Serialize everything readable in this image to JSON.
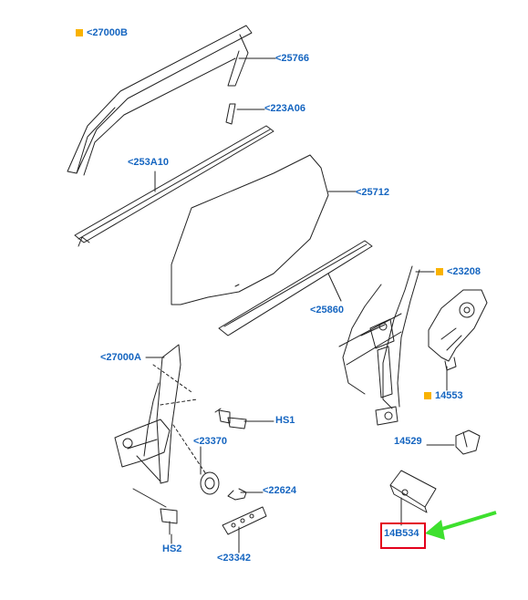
{
  "colors": {
    "label": "#1565c0",
    "marker": "#f9b200",
    "highlight": "#e3001b",
    "arrow": "#3ee02e",
    "lines": "#222222"
  },
  "labels": {
    "p27000B": "<27000B",
    "p25766": "<25766",
    "p223A06": "<223A06",
    "p253A10": "<253A10",
    "p25712": "<25712",
    "p25860": "<25860",
    "p23208": "<23208",
    "p14553": "14553",
    "p27000A": "<27000A",
    "pHS1": "HS1",
    "p23370": "<23370",
    "p14529": "14529",
    "p22624": "<22624",
    "pHS2": "HS2",
    "p23342": "<23342",
    "p14B534": "14B534"
  },
  "markers": [
    "p27000B",
    "p23208",
    "p14553"
  ],
  "highlighted": "p14B534",
  "pointer_arrow": "green-arrow-icon"
}
